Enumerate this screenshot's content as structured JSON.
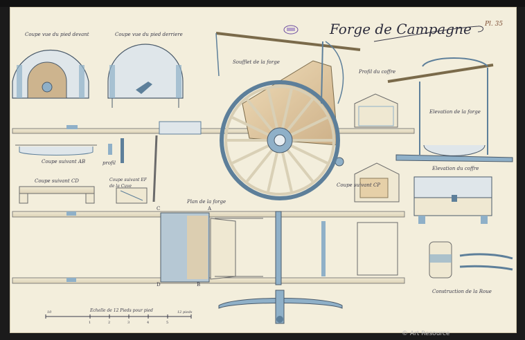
{
  "plate": {
    "title": "Forge de Campagne",
    "plate_number": "Pl. 35",
    "watermark": "© Art Resource"
  },
  "labels": {
    "coupe_devant": "Coupe vue du pied devant",
    "coupe_derriere": "Coupe vue du pied derriere",
    "soufflet": "Soufflet de la forge",
    "profil_coffre": "Profil du coffre",
    "elevation_forge": "Elevation de la forge",
    "coupe_ab": "Coupe suivant AB",
    "profil": "profil",
    "coupe_cd": "Coupe suivant CD",
    "coupe_ef": "Coupe suivant EF de la Cuve",
    "coupe_cp": "Coupe suivant CP",
    "elevation_coffre": "Elevation du coffre",
    "plan_forge": "Plan de la forge",
    "construction_roue": "Construction de la Roue",
    "echelle": "Echelle de 12 Pieds pour pied",
    "echelle_start": "10",
    "echelle_end": "12 pieds",
    "scale_ticks": [
      "1",
      "2",
      "3",
      "4",
      "5"
    ],
    "letters": {
      "c": "C",
      "a": "A",
      "d": "D",
      "b": "B"
    }
  },
  "colors": {
    "paper": "#f3eedc",
    "ink": "#3a3a4a",
    "steel": "#8fb0c8",
    "steel_dark": "#5d7f9a",
    "wood": "#e8dfc6",
    "canvas": "#e6d0a8",
    "seal": "#6a4aa0"
  }
}
